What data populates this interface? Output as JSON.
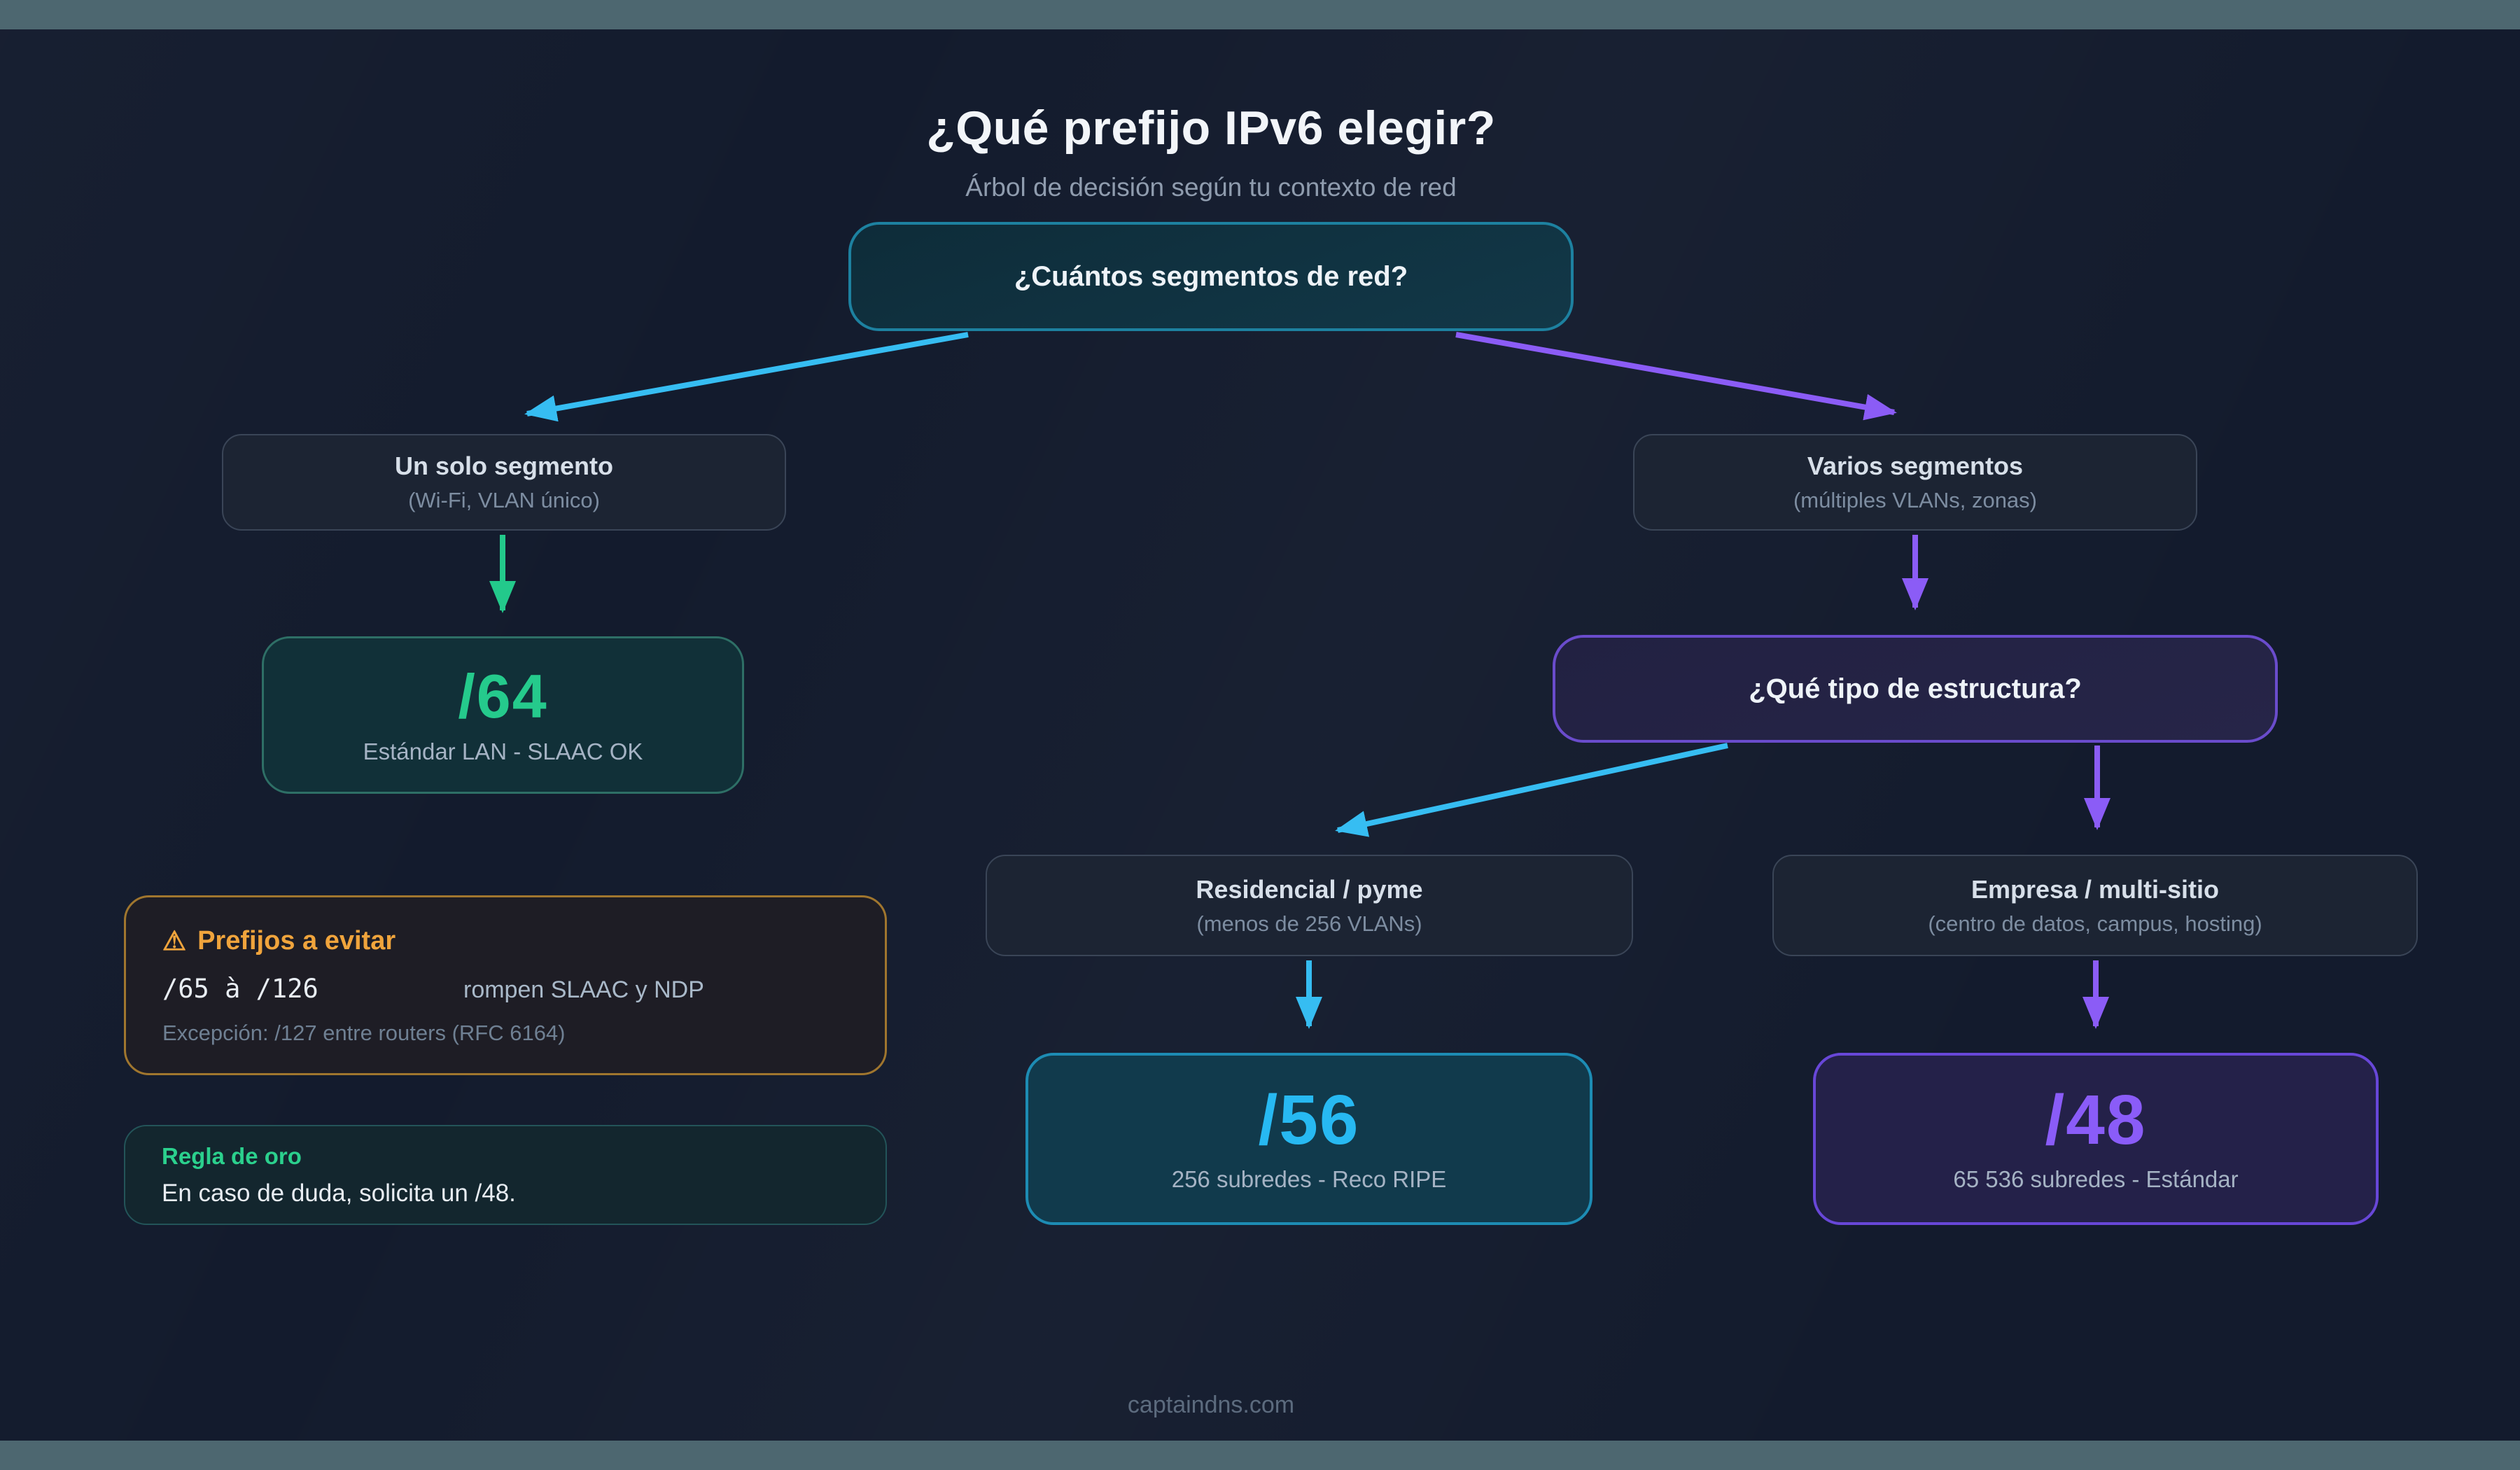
{
  "page": {
    "title": "¿Qué prefijo IPv6 elegir?",
    "subtitle": "Árbol de decisión según tu contexto de red",
    "footer": "captaindns.com"
  },
  "colors": {
    "blue": "#36bdf2",
    "purple": "#8b5cf6",
    "green": "#23c98b",
    "orange": "#f0a43c",
    "frame_bar": "#4d6770",
    "background": "#131b2d"
  },
  "tree": {
    "root": {
      "question": "¿Cuántos segmentos de red?"
    },
    "single_segment": {
      "label": "Un solo segmento",
      "sublabel": "(Wi-Fi, VLAN único)"
    },
    "multi_segment": {
      "label": "Varios segmentos",
      "sublabel": "(múltiples VLANs, zonas)"
    },
    "prefix64": {
      "value": "/64",
      "description": "Estándar LAN - SLAAC OK"
    },
    "structure": {
      "question": "¿Qué tipo de estructura?"
    },
    "residential": {
      "label": "Residencial / pyme",
      "sublabel": "(menos de 256 VLANs)"
    },
    "enterprise": {
      "label": "Empresa / multi-sitio",
      "sublabel": "(centro de datos, campus, hosting)"
    },
    "prefix56": {
      "value": "/56",
      "description": "256 subredes - Reco RIPE"
    },
    "prefix48": {
      "value": "/48",
      "description": "65 536 subredes - Estándar"
    }
  },
  "warning_box": {
    "icon": "⚠",
    "title": "Prefijos a evitar",
    "range": "/65 à /126",
    "consequence": "rompen SLAAC y NDP",
    "exception": "Excepción: /127 entre routers (RFC 6164)"
  },
  "golden_rule": {
    "title": "Regla de oro",
    "text": "En caso de duda, solicita un /48."
  }
}
